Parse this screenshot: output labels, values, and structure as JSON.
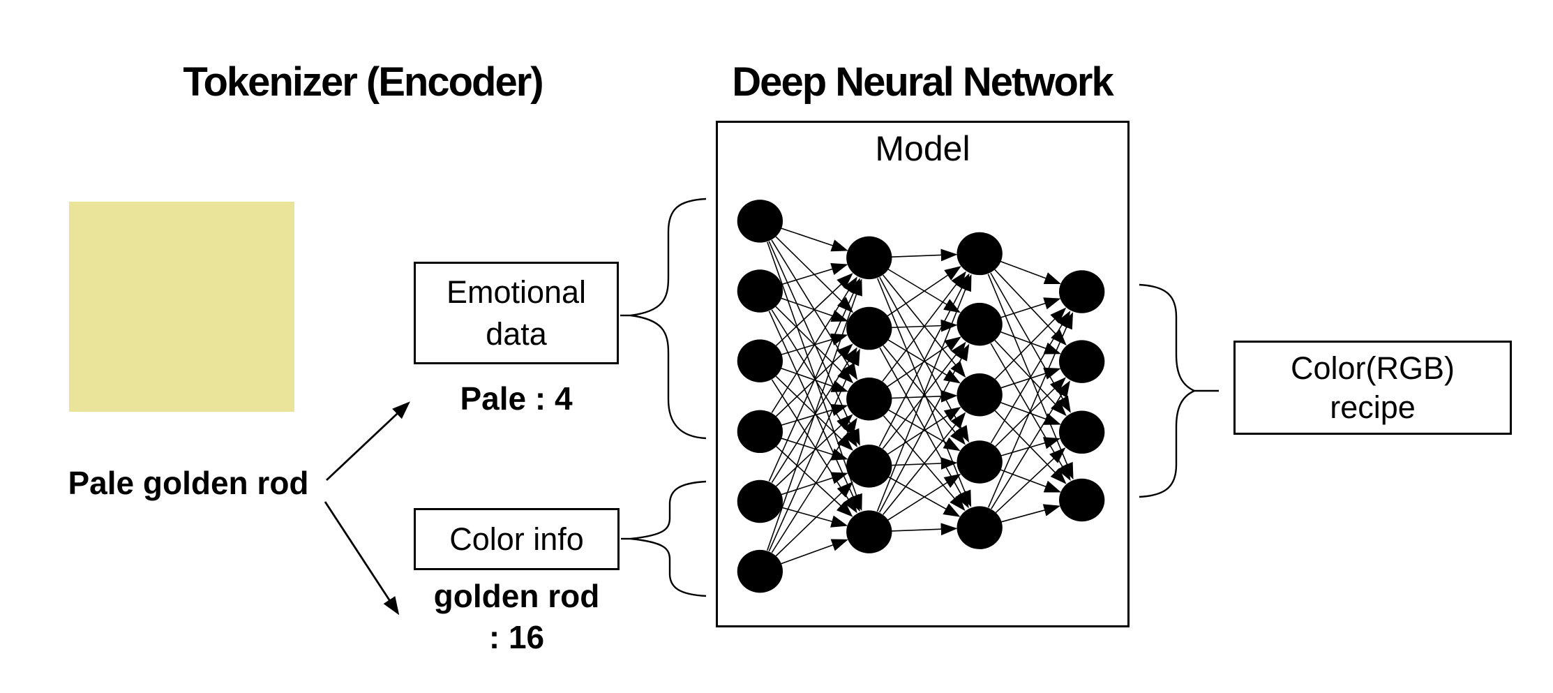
{
  "headers": {
    "tokenizer": "Tokenizer (Encoder)",
    "dnn": "Deep Neural Network"
  },
  "input": {
    "swatch_color": "#e9e49a",
    "color_name": "Pale golden rod"
  },
  "tokens": {
    "emotion": {
      "box_lines": [
        "Emotional",
        "data"
      ],
      "value": "Pale : 4"
    },
    "color": {
      "box_label": "Color info",
      "value_lines": [
        "golden rod",
        ": 16"
      ]
    }
  },
  "model": {
    "title": "Model",
    "layers": [
      6,
      5,
      5,
      4
    ]
  },
  "output": {
    "box_lines": [
      "Color(RGB)",
      "recipe"
    ]
  },
  "colors": {
    "ink": "#000000",
    "background": "#ffffff"
  }
}
